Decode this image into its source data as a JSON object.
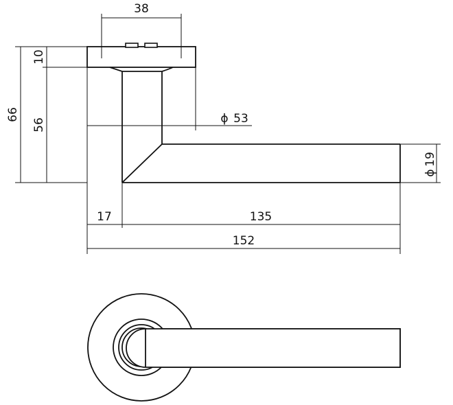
{
  "dimensions": {
    "rose_width": "38",
    "rose_height": "10",
    "overall_height": "66",
    "neck_height": "56",
    "rose_diameter_symbol": "ϕ",
    "rose_diameter": "53",
    "lever_diameter_symbol": "ϕ",
    "lever_diameter": "19",
    "neck_offset": "17",
    "lever_length": "135",
    "overall_length": "152"
  },
  "colors": {
    "line": "#111111",
    "background": "#ffffff"
  }
}
